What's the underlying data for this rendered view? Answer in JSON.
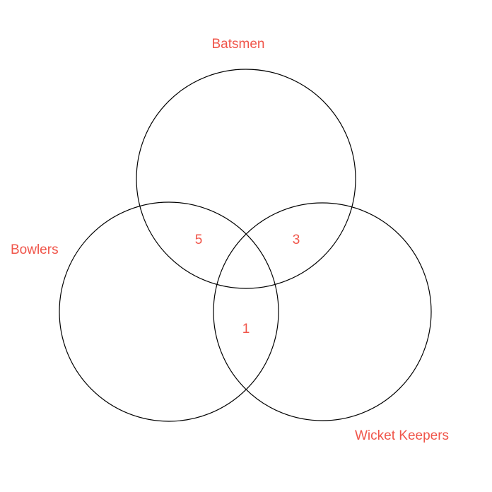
{
  "diagram": {
    "type": "venn",
    "label_color": "#f0554a",
    "outline_color": "#000000",
    "sets": [
      {
        "id": "batsmen",
        "label": "Batsmen"
      },
      {
        "id": "bowlers",
        "label": "Bowlers"
      },
      {
        "id": "wicket_keepers",
        "label": "Wicket Keepers"
      }
    ],
    "intersections": [
      {
        "sets": [
          "batsmen",
          "bowlers"
        ],
        "value": "5"
      },
      {
        "sets": [
          "batsmen",
          "wicket_keepers"
        ],
        "value": "3"
      },
      {
        "sets": [
          "bowlers",
          "wicket_keepers"
        ],
        "value": "1"
      }
    ]
  }
}
